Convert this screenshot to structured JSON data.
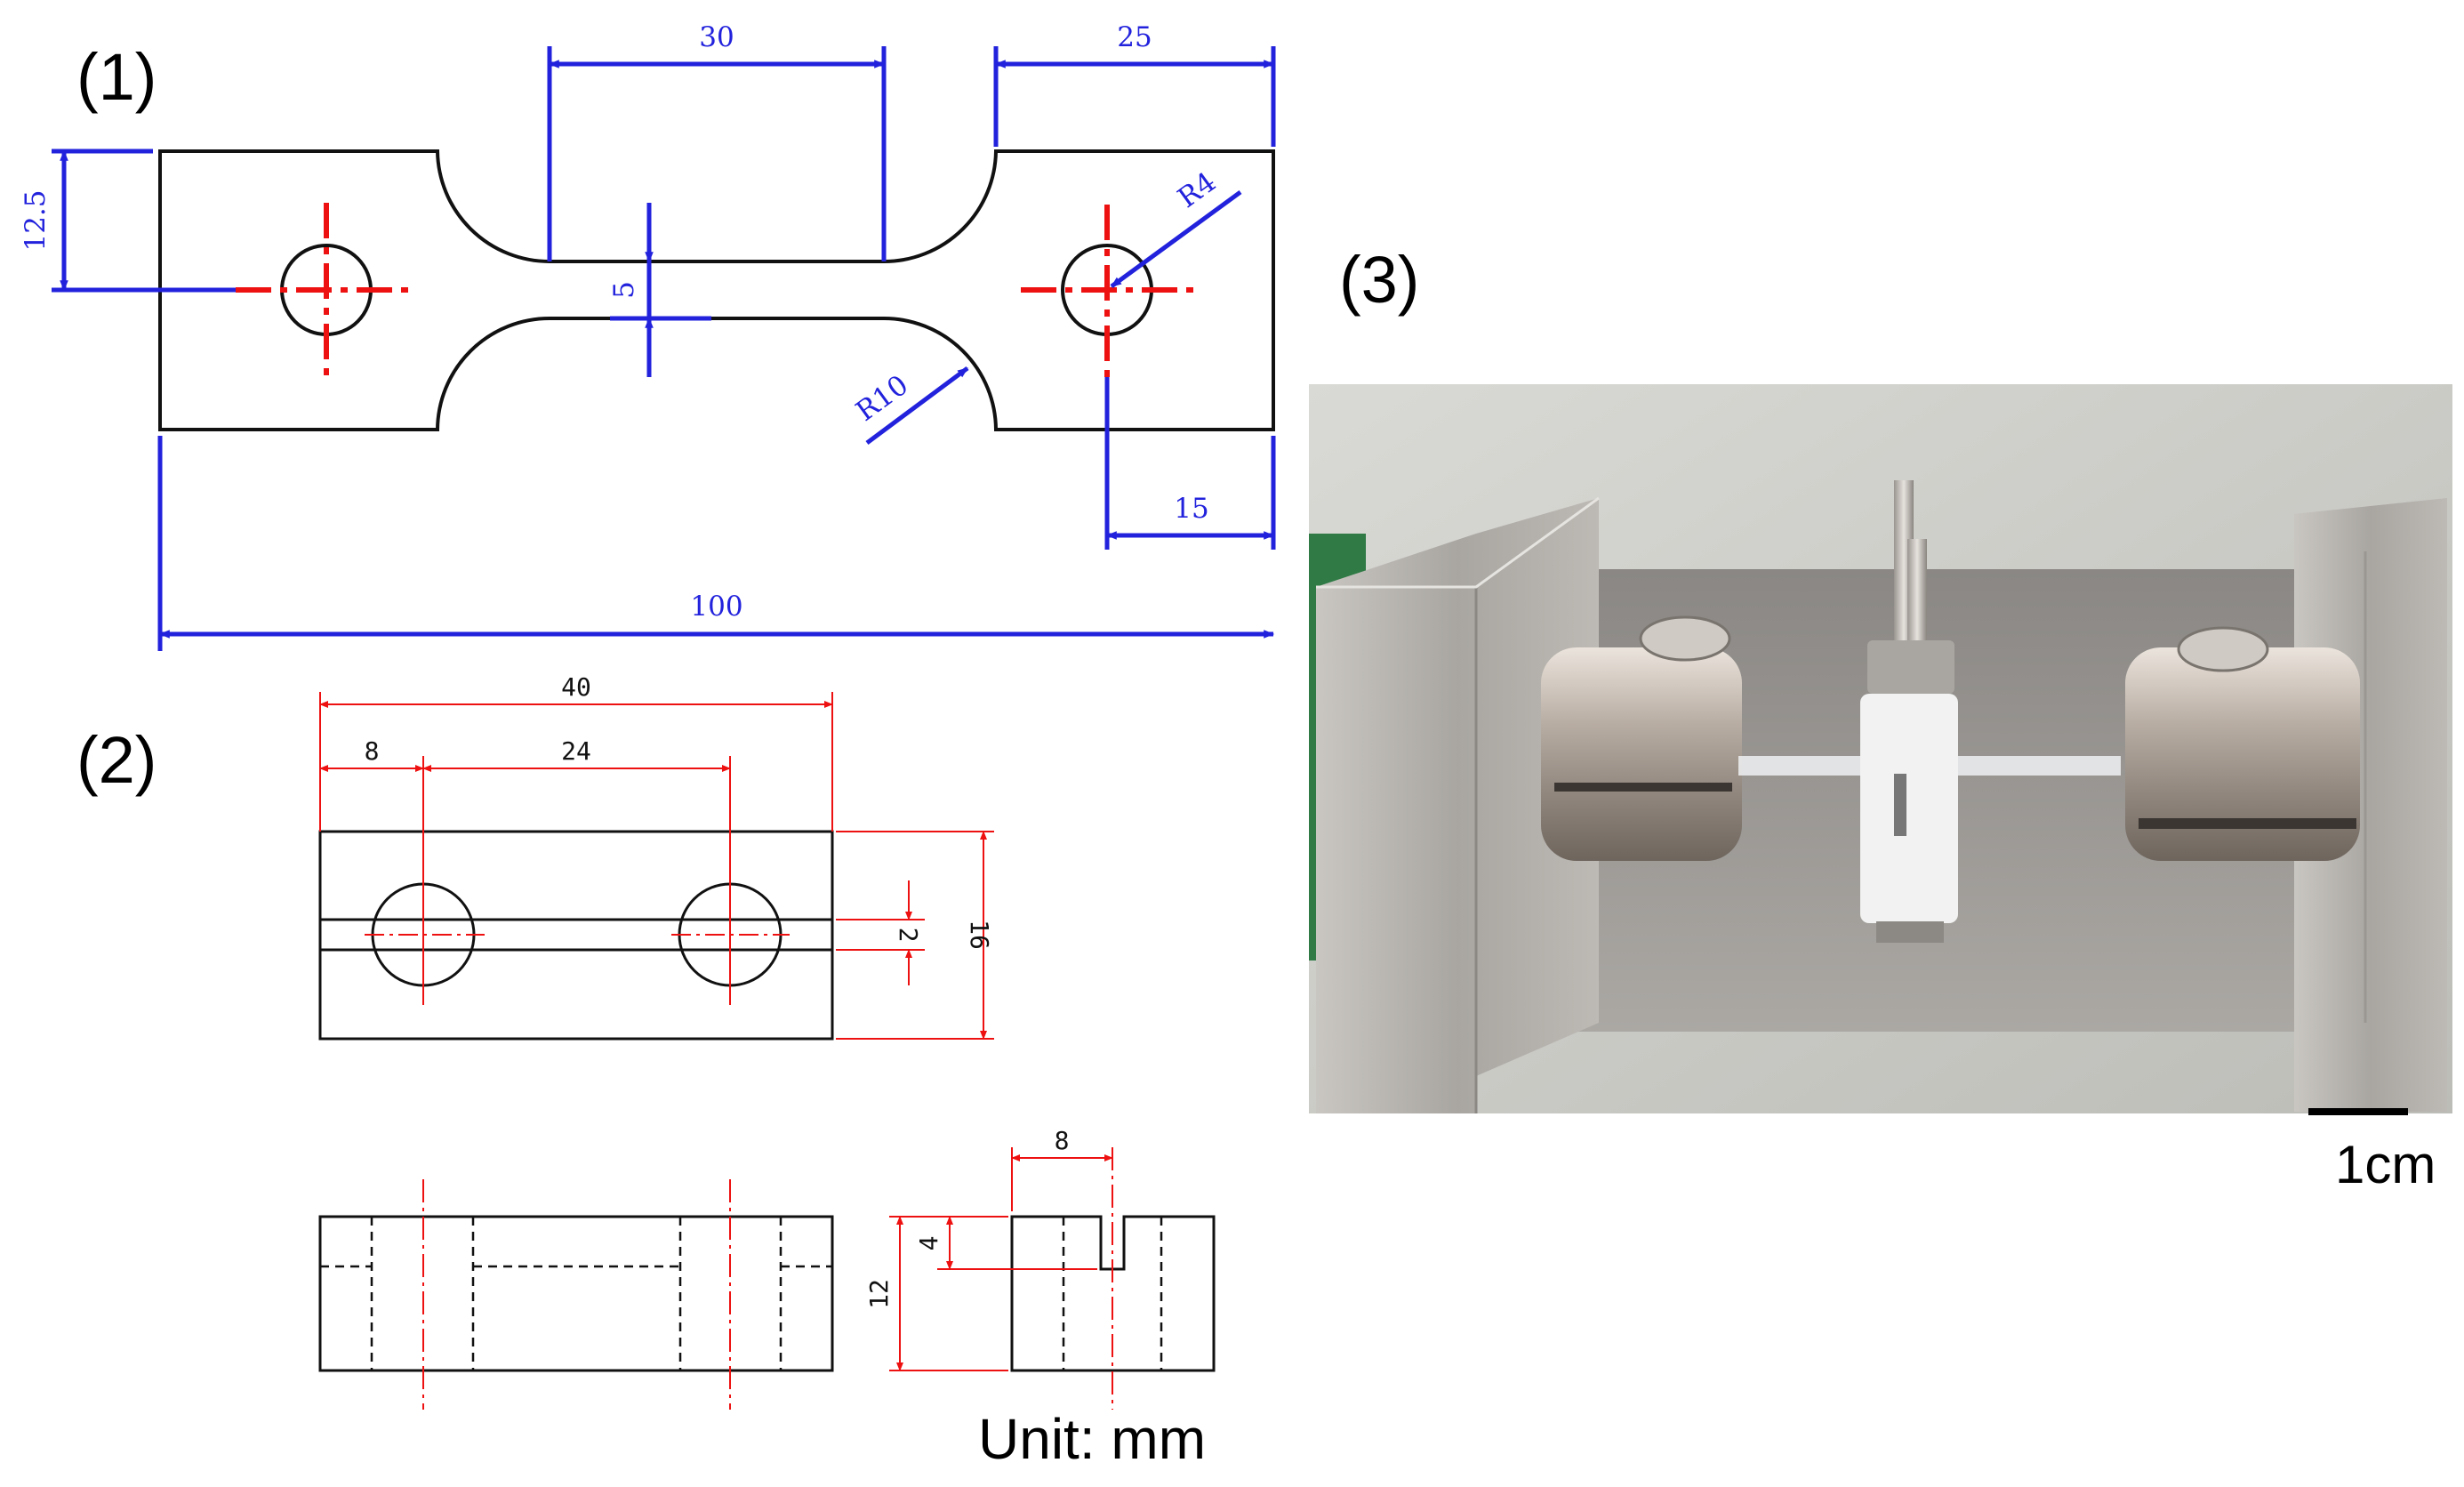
{
  "panels": {
    "p1": {
      "label": "(1)",
      "dims": {
        "top_width": "30",
        "grip_length": "25",
        "half_height": "12.5",
        "gauge_width": "5",
        "hole_radius": "R4",
        "fillet_radius": "R10",
        "hole_offset": "15",
        "total_length": "100"
      }
    },
    "p2": {
      "label": "(2)",
      "dims": {
        "total_width": "40",
        "hole_offset": "8",
        "hole_spacing": "24",
        "slot_width": "2",
        "height": "16",
        "side_width": "8",
        "slot_depth": "4",
        "thickness": "12"
      },
      "unit": "Unit: mm"
    },
    "p3": {
      "label": "(3)",
      "scale_bar": "1cm"
    }
  },
  "colors": {
    "dimension_blue": "#2222dd",
    "centerline_red": "#ee1111",
    "outline_black": "#111111"
  }
}
